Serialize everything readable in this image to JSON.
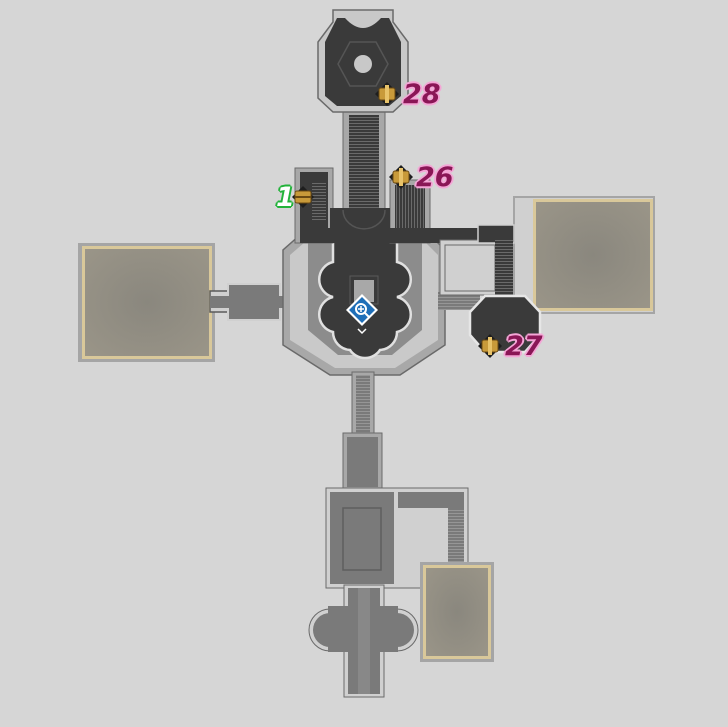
{
  "map": {
    "background_color": "#d6d6d6",
    "floor_dark_color": "#3a3a3a",
    "floor_mid_color": "#7a7a7a",
    "floor_light_color": "#a8a8a8",
    "room_sand_color": "#8b877c",
    "room_border_color": "#d9c89a"
  },
  "markers": [
    {
      "id": "chest-28",
      "icon": "treasure-chest-icon",
      "label": "28",
      "label_color": "#8a1656",
      "outline_color": "#f4a6d6"
    },
    {
      "id": "chest-26",
      "icon": "treasure-chest-icon",
      "label": "26",
      "label_color": "#8a1656",
      "outline_color": "#f4a6d6"
    },
    {
      "id": "chest-27",
      "icon": "treasure-chest-icon",
      "label": "27",
      "label_color": "#8a1656",
      "outline_color": "#f4a6d6"
    },
    {
      "id": "chest-1",
      "icon": "treasure-chest-icon",
      "label": "1",
      "label_color": "#ffffff",
      "outline_color": "#22b33a"
    }
  ],
  "point_of_interest": {
    "icon": "magnifier-plus-icon",
    "color": "#1f6fb8"
  }
}
